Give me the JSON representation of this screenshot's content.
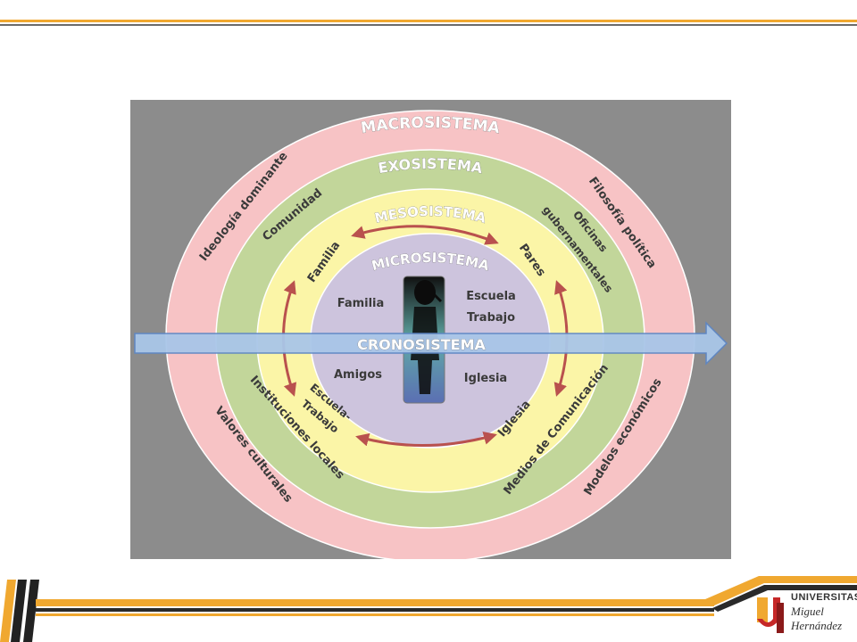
{
  "diagram": {
    "macro": {
      "title": "MACROSISTEMA",
      "left_top": "Ideología dominante",
      "right_top": "Filosofía política",
      "left_bottom": "Valores culturales",
      "right_bottom": "Modelos económicos"
    },
    "exo": {
      "title": "EXOSISTEMA",
      "left_top": "Comunidad",
      "right_top_line1": "Oficinas",
      "right_top_line2": "gubernamentales",
      "left_bottom": "Instituciones locales",
      "right_bottom": "Medios de Comunicación"
    },
    "meso": {
      "title": "MESOSISTEMA",
      "left_top": "Familia",
      "right_top": "Pares",
      "left_bottom_line1": "Escuela-",
      "left_bottom_line2": "Trabajo",
      "right_bottom": "Iglesia"
    },
    "micro": {
      "title": "MICROSISTEMA",
      "top_left": "Familia",
      "top_right_line1": "Escuela",
      "top_right_line2": "Trabajo",
      "bottom_left": "Amigos",
      "bottom_right": "Iglesia"
    },
    "chrono": {
      "title": "CRONOSISTEMA"
    },
    "colors": {
      "background": "#8c8c8c",
      "macro": "#f7c3c5",
      "exo": "#c2d69a",
      "meso": "#fbf5a7",
      "micro": "#cdc4dd",
      "chrono_arrow": "#a9c6e8",
      "cycle_arrows": "#b9514e"
    },
    "icons": [
      "person-silhouette-icon",
      "cycle-arrow-icon",
      "timeline-arrow-icon"
    ]
  },
  "logo": {
    "line1": "UNIVERSITAS",
    "line2": "Miguel",
    "line3": "Hernández",
    "mark": "UMH"
  }
}
